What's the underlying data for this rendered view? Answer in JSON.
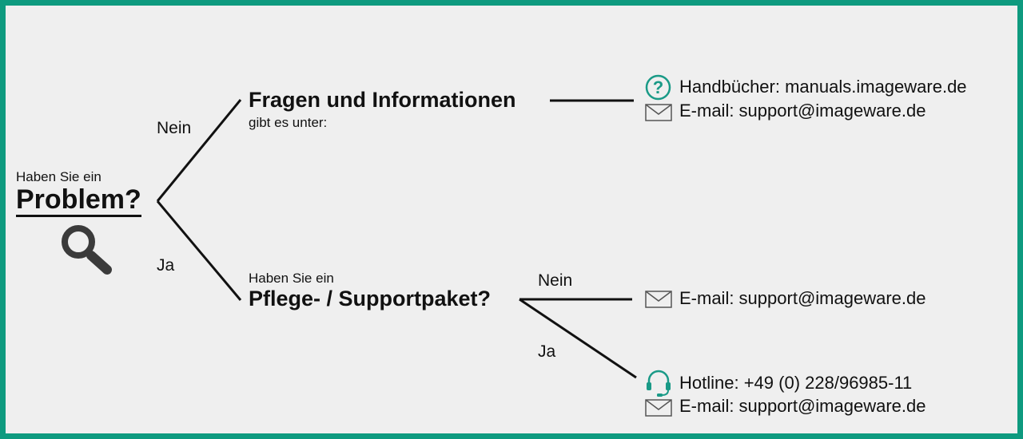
{
  "colors": {
    "border": "#0e9a7f",
    "background": "#efefef",
    "accent": "#1a9a87"
  },
  "root": {
    "pre": "Haben Sie ein",
    "title": "Problem?",
    "icon": "magnifier-icon"
  },
  "branch_no": {
    "label": "Nein",
    "title": "Fragen und Informationen",
    "subtitle": "gibt es unter:",
    "contacts": [
      {
        "icon": "question-icon",
        "text": "Handbücher: manuals.imageware.de"
      },
      {
        "icon": "envelope-icon",
        "text": "E-mail: support@imageware.de"
      }
    ]
  },
  "branch_yes": {
    "label": "Ja",
    "pre": "Haben Sie ein",
    "title": "Pflege- / Supportpaket?",
    "no": {
      "label": "Nein",
      "contacts": [
        {
          "icon": "envelope-icon",
          "text": "E-mail: support@imageware.de"
        }
      ]
    },
    "yes": {
      "label": "Ja",
      "contacts": [
        {
          "icon": "headset-icon",
          "text": "Hotline: +49 (0) 228/96985-11"
        },
        {
          "icon": "envelope-icon",
          "text": "E-mail: support@imageware.de"
        }
      ]
    }
  }
}
